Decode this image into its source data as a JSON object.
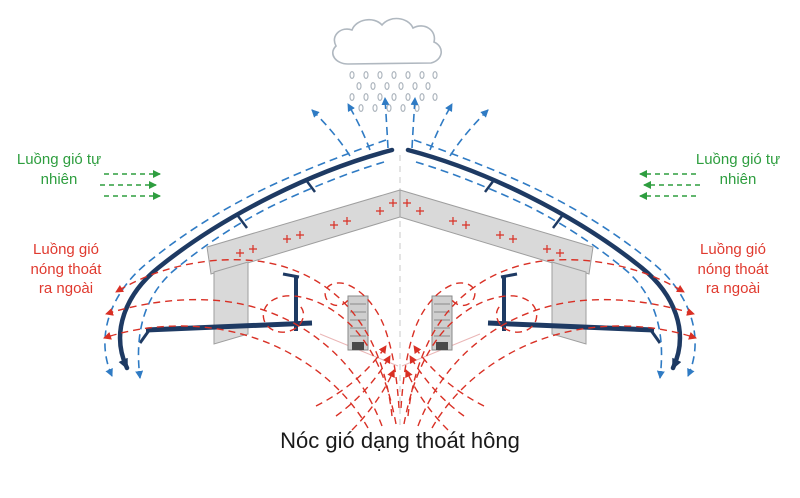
{
  "title": "Nóc gió dạng thoát hông",
  "labels": {
    "natural_wind_left": {
      "text": "Luồng gió tự\nnhiên"
    },
    "natural_wind_right": {
      "text": "Luồng gió tự\nnhiên"
    },
    "hot_air_left": {
      "text": "Luồng gió\nnóng thoát\nra ngoài"
    },
    "hot_air_right": {
      "text": "Luồng gió\nnóng thoát\nra ngoài"
    }
  },
  "colors": {
    "background": "#ffffff",
    "natural_wind_label": "#2e9e3f",
    "hot_air_label": "#e03a2f",
    "natural_flow_line": "#2f7bc4",
    "hot_flow_line": "#d93025",
    "deflector_line": "#1e3a63",
    "structure_fill": "#d9d9d9",
    "cloud_outline": "#b0b8c0",
    "caption_text": "#1a1a1a"
  },
  "icons": {
    "cloud": "cloud-rain-icon"
  }
}
